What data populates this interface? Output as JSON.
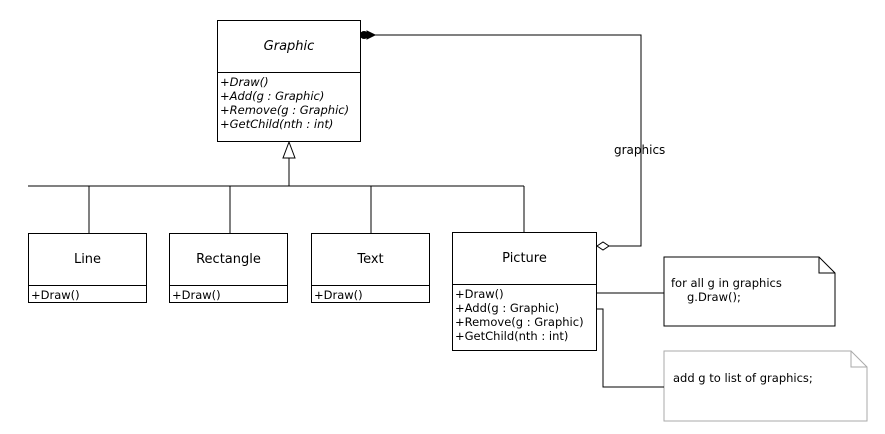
{
  "classes": {
    "graphic": {
      "name": "Graphic",
      "ops": [
        "+Draw()",
        "+Add(g : Graphic)",
        "+Remove(g : Graphic)",
        "+GetChild(nth : int)"
      ]
    },
    "line": {
      "name": "Line",
      "ops": [
        "+Draw()"
      ]
    },
    "rectangle": {
      "name": "Rectangle",
      "ops": [
        "+Draw()"
      ]
    },
    "text": {
      "name": "Text",
      "ops": [
        "+Draw()"
      ]
    },
    "picture": {
      "name": "Picture",
      "ops": [
        "+Draw()",
        "+Add(g : Graphic)",
        "+Remove(g : Graphic)",
        "+GetChild(nth : int)"
      ]
    }
  },
  "association_label": "graphics",
  "notes": {
    "draw_note": {
      "line1": "for all g in graphics",
      "line2": "g.Draw();"
    },
    "add_note": {
      "line1": "add g to list of graphics;"
    }
  }
}
